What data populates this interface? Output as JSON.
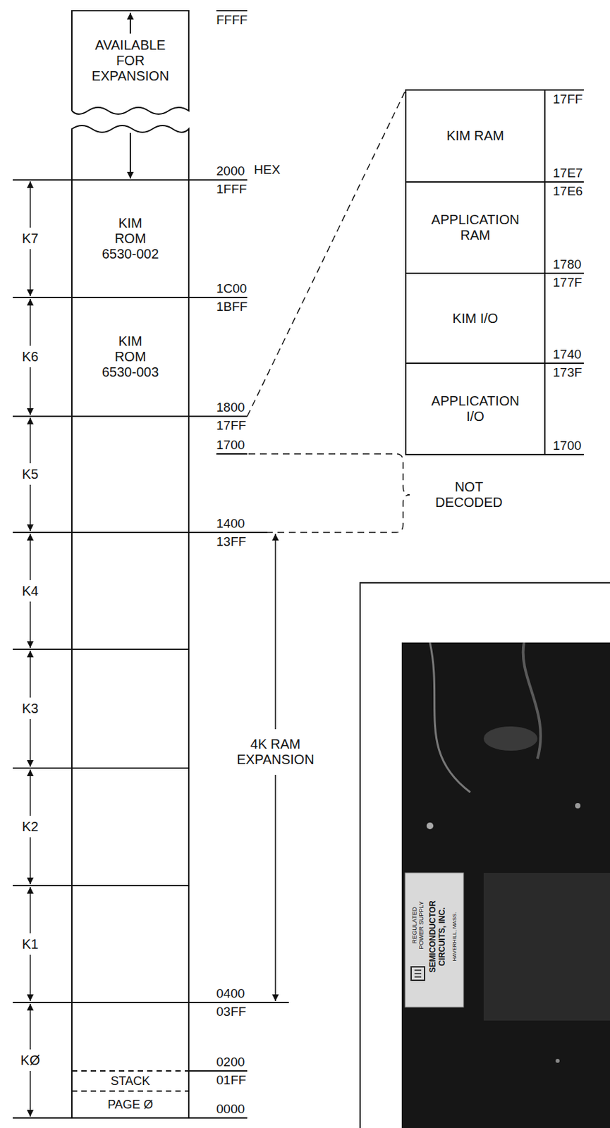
{
  "diagram": {
    "nodes": [
      {
        "text": [
          "AVAILABLE FOR EXPANSION"
        ]
      },
      {
        "text": [
          "KIM ROM 6530-002"
        ]
      },
      {
        "text": [
          "KIM ROM 6530-003"
        ]
      },
      {
        "text": [
          "STACK"
        ]
      },
      {
        "text": [
          "PAGE Ø"
        ]
      },
      {
        "text": [
          "KIM RAM"
        ]
      },
      {
        "text": [
          "APPLICATION RAM"
        ]
      },
      {
        "text": [
          "KIM I/O"
        ]
      },
      {
        "text": [
          "APPLICATION I/O"
        ]
      }
    ],
    "labels": [
      "FFFF",
      "2000",
      "HEX",
      "1FFF",
      "1C00",
      "1BFF",
      "1800",
      "17FF",
      "1700",
      "1400",
      "13FF",
      "0400",
      "03FF",
      "0200",
      "01FF",
      "0000",
      "K7",
      "K6",
      "K5",
      "K4",
      "K3",
      "K2",
      "K1",
      "KØ",
      "4K RAM EXPANSION",
      "NOT DECODED",
      "17FF",
      "17E7",
      "17E6",
      "1780",
      "177F",
      "1740",
      "173F",
      "1700",
      "REGULATED POWER SUPPLY",
      "SEMICONDUCTOR CIRCUITS, INC.",
      "HAVERHILL, MASS."
    ]
  }
}
